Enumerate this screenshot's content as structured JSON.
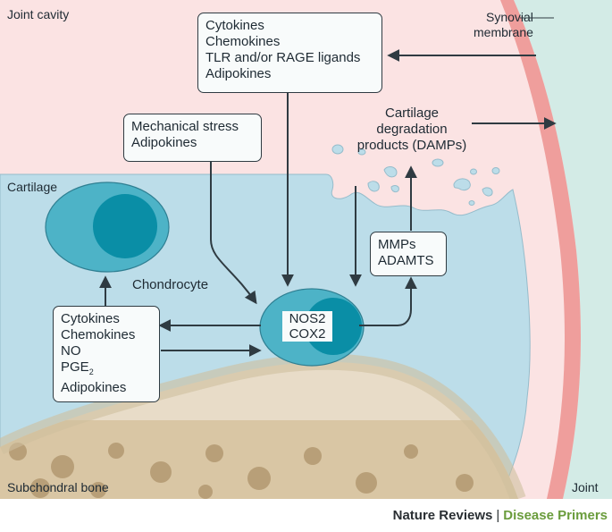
{
  "regions": {
    "joint_cavity": "Joint cavity",
    "synovial_membrane": [
      "Synovial",
      "membrane"
    ],
    "cartilage": "Cartilage",
    "subchondral_bone": "Subchondral bone",
    "joint": "Joint"
  },
  "cells": {
    "chondrocyte": "Chondrocyte",
    "enzymes": [
      "NOS2",
      "COX2"
    ]
  },
  "boxes": {
    "top_mediators": [
      "Cytokines",
      "Chemokines",
      "TLR and/or RAGE ligands",
      "Adipokines"
    ],
    "mechanical": [
      "Mechanical stress",
      "Adipokines"
    ],
    "damps": [
      "Cartilage",
      "degradation",
      "products (DAMPs)"
    ],
    "proteases": [
      "MMPs",
      "ADAMTS"
    ],
    "local_mediators": {
      "cytokines": "Cytokines",
      "chemokines": "Chemokines",
      "no": "NO",
      "pge": "PGE",
      "pge_sub": "2",
      "adipokines": "Adipokines"
    }
  },
  "credit": {
    "publisher": "Nature Reviews",
    "separator": "|",
    "journal": "Disease Primers"
  },
  "colors": {
    "joint_cavity": "#fbe3e3",
    "cartilage": "#bcdde9",
    "synovium_band": "#ef9e9c",
    "joint_right": "#d3ebe6",
    "bone": "#e8dcc8",
    "bone_marrow": "#c8b594",
    "cell_body": "#4db3c7",
    "nucleus": "#0a8ea6",
    "arrow": "#2f3b42",
    "credit_journal": "#6a9c3c"
  }
}
